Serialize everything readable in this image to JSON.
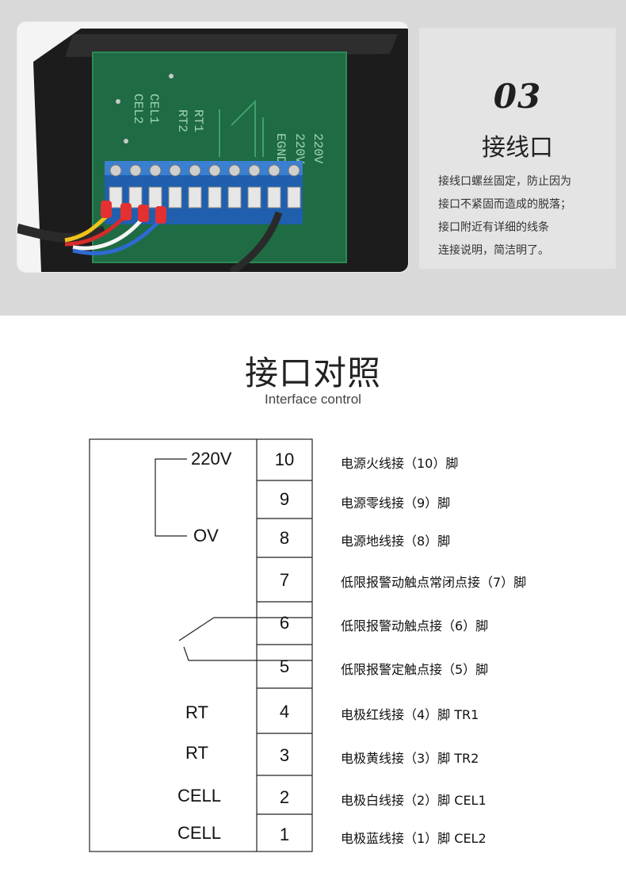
{
  "photo": {
    "pcb_labels": [
      "220V",
      "220V",
      "EGND",
      "RT1",
      "RT2",
      "CEL1",
      "CEL2"
    ]
  },
  "info": {
    "step_number": "03",
    "title": "接线口",
    "description": [
      "接线口螺丝固定，防止因为",
      "接口不紧固而造成的脱落；",
      "接口附近有详细的线条",
      "连接说明，简洁明了。"
    ]
  },
  "section": {
    "title": "接口对照",
    "subtitle": "Interface control"
  },
  "diagram": {
    "left_labels": {
      "v220": "220V",
      "ov": "OV",
      "rt_a": "RT",
      "rt_b": "RT",
      "cell_a": "CELL",
      "cell_b": "CELL"
    },
    "pins": [
      {
        "num": "10",
        "desc": "电源火线接（10）脚"
      },
      {
        "num": "9",
        "desc": "电源零线接（9）脚"
      },
      {
        "num": "8",
        "desc": "电源地线接（8）脚"
      },
      {
        "num": "7",
        "desc": "低限报警动触点常闭点接（7）脚"
      },
      {
        "num": "6",
        "desc": "低限报警动触点接（6）脚"
      },
      {
        "num": "5",
        "desc": "低限报警定触点接（5）脚"
      },
      {
        "num": "4",
        "desc": "电极红线接（4）脚  TR1"
      },
      {
        "num": "3",
        "desc": "电极黄线接（3）脚  TR2"
      },
      {
        "num": "2",
        "desc": "电极白线接（2）脚  CEL1"
      },
      {
        "num": "1",
        "desc": "电极蓝线接（1）脚  CEL2"
      }
    ]
  }
}
